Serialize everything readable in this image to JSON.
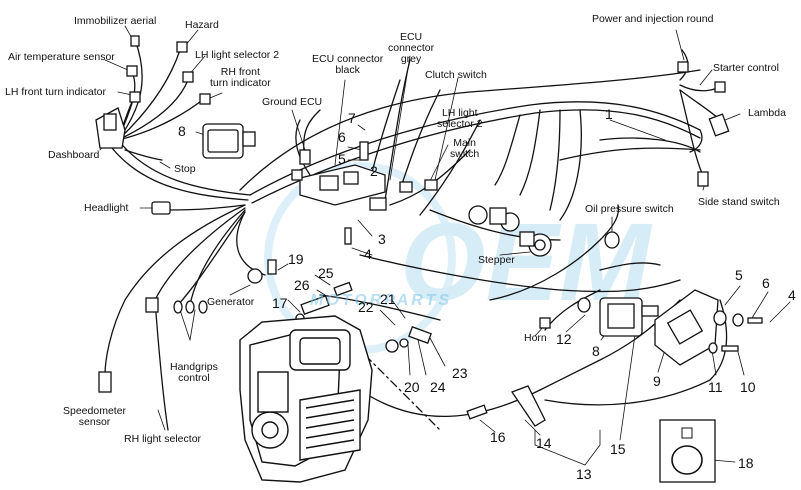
{
  "labels": {
    "immobilizer_aerial": "Immobilizer aerial",
    "hazard": "Hazard",
    "air_temperature_sensor": "Air temperature sensor",
    "lh_light_selector_2_top": "LH light selector 2",
    "rh_front_turn_indicator": "RH front\nturn indicator",
    "lh_front_turn_indicator": "LH front turn indicator",
    "dashboard": "Dashboard",
    "stop": "Stop",
    "ground_ecu": "Ground ECU",
    "ecu_connector_black": "ECU connector\nblack",
    "ecu_connector_grey": "ECU\nconnector\ngrey",
    "clutch_switch": "Clutch switch",
    "lh_light_selector_2_mid": "LH light\nselector 2",
    "main_switch": "Main\nswitch",
    "power_and_injection_round": "Power and injection round",
    "starter_control": "Starter control",
    "lambda": "Lambda",
    "side_stand_switch": "Side stand switch",
    "headlight": "Headlight",
    "oil_pressure_switch": "Oil pressure switch",
    "stepper": "Stepper",
    "generator": "Generator",
    "horn": "Horn",
    "handgrips_control": "Handgrips\ncontrol",
    "speedometer_sensor": "Speedometer\nsensor",
    "rh_light_selector": "RH light selector"
  },
  "numbers": {
    "n1": "1",
    "n2": "2",
    "n3": "3",
    "n4a": "4",
    "n4b": "4",
    "n5a": "5",
    "n5b": "5",
    "n6a": "6",
    "n6b": "6",
    "n7": "7",
    "n8a": "8",
    "n8b": "8",
    "n9": "9",
    "n10": "10",
    "n11": "11",
    "n12": "12",
    "n13": "13",
    "n14": "14",
    "n15": "15",
    "n16": "16",
    "n17": "17",
    "n18": "18",
    "n19": "19",
    "n20": "20",
    "n21": "21",
    "n22": "22",
    "n23": "23",
    "n24": "24",
    "n25": "25",
    "n26": "26"
  },
  "watermark": "MOTORPARTS",
  "colors": {
    "line": "#111111",
    "watermark": "#7fc4e8",
    "background": "#ffffff"
  }
}
